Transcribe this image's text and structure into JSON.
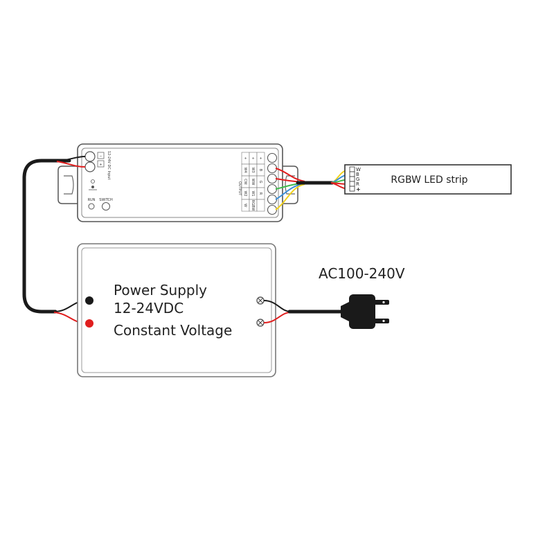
{
  "diagram": {
    "led_strip": {
      "label": "RGBW LED strip",
      "pins": [
        "W",
        "B",
        "G",
        "R",
        "+"
      ]
    },
    "controller": {
      "input_polarity": [
        "−",
        "+"
      ],
      "input_note": "12-24V DC Input",
      "buttons": [
        "RUN",
        "SWITCH"
      ],
      "output_header": "OUTPUT",
      "output_table": [
        [
          "+",
          "+",
          "+"
        ],
        [
          "W4",
          "W3",
          "B"
        ],
        [
          "CW",
          "WW",
          "G"
        ],
        [
          "W2",
          "W1",
          "R"
        ],
        [
          "W",
          "RGBW",
          ""
        ]
      ]
    },
    "power_supply": {
      "line1": "Power Supply",
      "line2": "12-24VDC",
      "line3": "Constant Voltage"
    },
    "ac_label": "AC100-240V",
    "wire_colors": {
      "red": "#e01e1e",
      "black": "#1a1a1a",
      "blue": "#3a8fd8",
      "green": "#3dbb4a",
      "yellow": "#f2d21c",
      "white": "#cccccc"
    }
  }
}
